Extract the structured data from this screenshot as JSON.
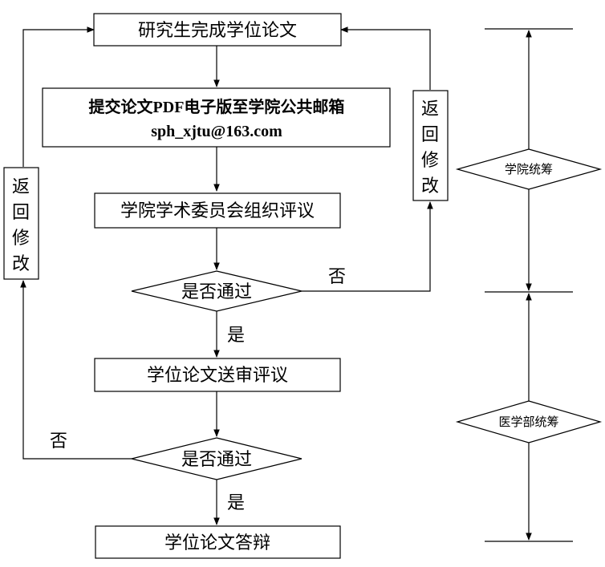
{
  "nodes": {
    "complete_thesis": "研究生完成学位论文",
    "submit_pdf_line1": "提交论文PDF电子版至学院公共邮箱",
    "submit_pdf_line2": "sph_xjtu@163.com",
    "college_review": "学院学术委员会组织评议",
    "decision1": "是否通过",
    "external_review": "学位论文送审评议",
    "decision2": "是否通过",
    "defense": "学位论文答辩"
  },
  "loops": {
    "left_return": [
      "返",
      "回",
      "修",
      "改"
    ],
    "right_return": [
      "返",
      "回",
      "修",
      "改"
    ]
  },
  "branch_labels": {
    "d1_no": "否",
    "d1_yes": "是",
    "d2_no": "否",
    "d2_yes": "是"
  },
  "scope": {
    "college": "学院统筹",
    "medical": "医学部统筹"
  },
  "colors": {
    "stroke": "#000000",
    "background": "#ffffff"
  }
}
